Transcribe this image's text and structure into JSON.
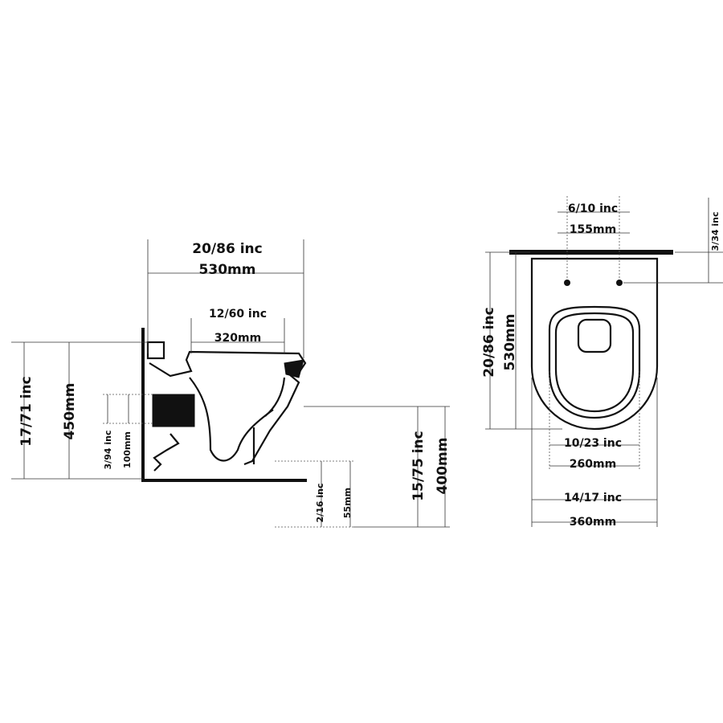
{
  "side_view": {
    "overall_width_in": "20/86 inc",
    "overall_width_mm": "530mm",
    "inner_width_in": "12/60 inc",
    "inner_width_mm": "320mm",
    "total_height_in": "17/71 inc",
    "total_height_mm": "450mm",
    "outlet_height_in": "3/94 inc",
    "outlet_height_mm": "100mm",
    "floor_gap_in": "2/16 inc",
    "floor_gap_mm": "55mm",
    "rim_height_in": "15/75 inc",
    "rim_height_mm": "400mm"
  },
  "top_view": {
    "bolt_spacing_in": "6/10 inc",
    "bolt_spacing_mm": "155mm",
    "bolt_offset_in": "3/34 inc",
    "depth_in": "20/86 inc",
    "depth_mm": "530mm",
    "inner_width_in": "10/23 inc",
    "inner_width_mm": "260mm",
    "outer_width_in": "14/17 inc",
    "outer_width_mm": "360mm"
  }
}
